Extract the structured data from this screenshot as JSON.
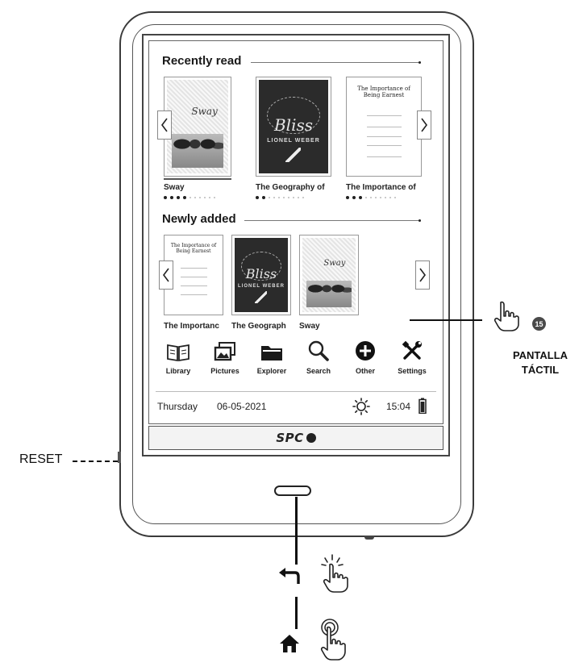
{
  "callouts": {
    "reset_label": "RESET",
    "touch_label_line1": "PANTALLA",
    "touch_label_line2": "TÁCTIL",
    "badge_number": "15"
  },
  "device": {
    "brand": "SPC"
  },
  "screen": {
    "recently_read": {
      "title": "Recently read",
      "books": [
        {
          "label": "Sway",
          "cover": "sway",
          "progress_on": 4,
          "progress_total": 10
        },
        {
          "label": "The Geography of",
          "cover": "bliss",
          "progress_on": 2,
          "progress_total": 10
        },
        {
          "label": "The Importance of",
          "cover": "text",
          "progress_on": 3,
          "progress_total": 10
        }
      ]
    },
    "newly_added": {
      "title": "Newly added",
      "books": [
        {
          "label": "The Importanc",
          "cover": "text"
        },
        {
          "label": "The Geograph",
          "cover": "bliss"
        },
        {
          "label": "Sway",
          "cover": "sway"
        }
      ]
    },
    "cover_texts": {
      "sway_script": "Sway",
      "bliss_title": "Bliss",
      "bliss_author": "LIONEL WEBER",
      "importance_title": "The Importance of Being Earnest"
    },
    "menu": [
      {
        "label": "Library",
        "icon": "book-icon"
      },
      {
        "label": "Pictures",
        "icon": "pictures-icon"
      },
      {
        "label": "Explorer",
        "icon": "folder-icon"
      },
      {
        "label": "Search",
        "icon": "search-icon"
      },
      {
        "label": "Other",
        "icon": "plus-circle-icon"
      },
      {
        "label": "Settings",
        "icon": "tools-icon"
      }
    ],
    "status": {
      "day": "Thursday",
      "date": "06-05-2021",
      "time": "15:04"
    }
  },
  "colors": {
    "frame": "#3a3a3a",
    "badge": "#4a4a4a",
    "ink": "#111111"
  }
}
